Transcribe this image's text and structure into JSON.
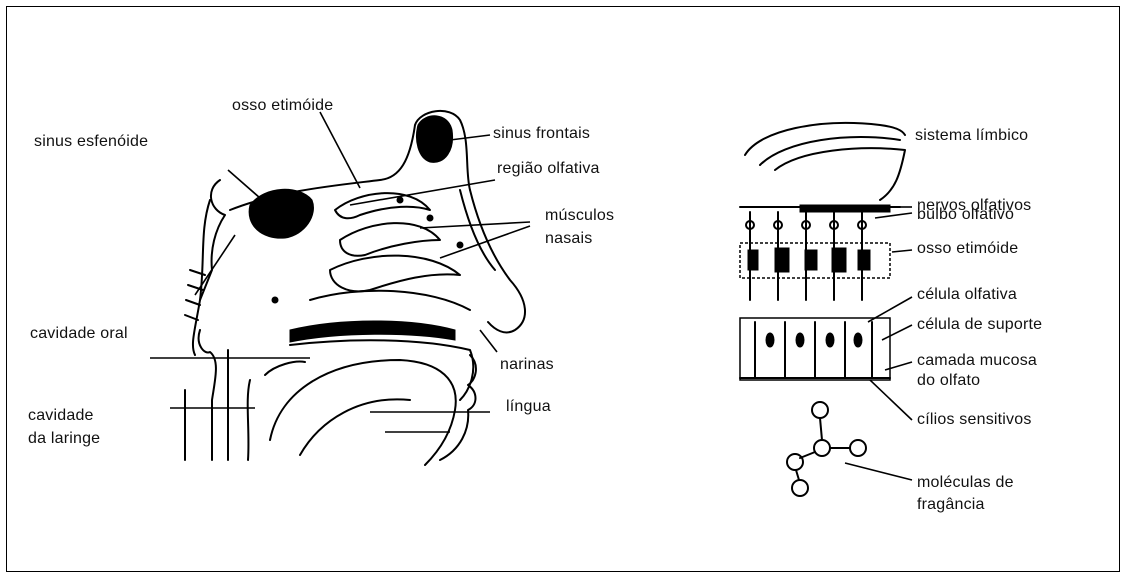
{
  "labels": {
    "osso_etmoide": "osso etimóide",
    "sinus_frontais": "sinus frontais",
    "sinus_esfenoide": "sinus esfenóide",
    "regiao_olfativa": "região olfativa",
    "musculos": "músculos",
    "nasais": "nasais",
    "cavidade_oral": "cavidade oral",
    "narinas": "narinas",
    "cavidade_1": "cavidade",
    "da_laringe": "da laringe",
    "lingua": "língua",
    "sistema_limbico": "sistema límbico",
    "nervos_olfativos": "nervos olfativos",
    "bulbo_olfativo": "bulbo olfativo",
    "osso_etmoide_2": "osso etimóide",
    "celula_olfativa": "célula olfativa",
    "celula_suporte": "célula de suporte",
    "camada_1": "camada mucosa",
    "camada_2": "do olfato",
    "cilios": "cílios sensitivos",
    "moleculas_1": "moléculas de",
    "moleculas_2": "fragância"
  },
  "colors": {
    "ink": "#000000",
    "background": "#ffffff"
  }
}
